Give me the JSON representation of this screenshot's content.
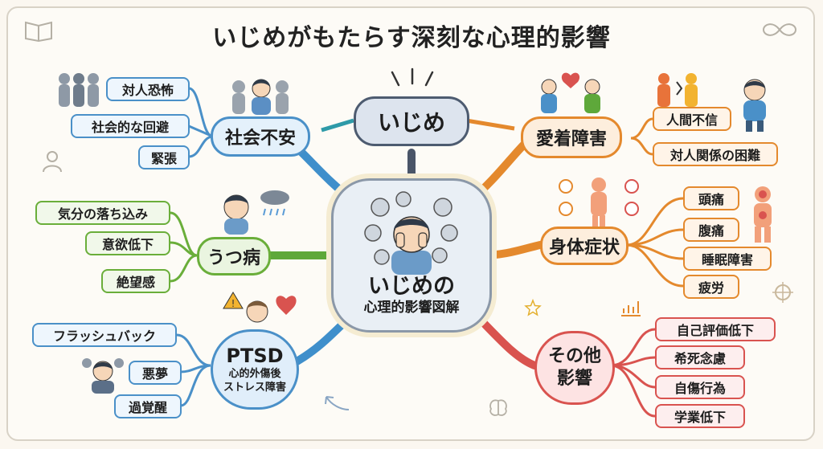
{
  "title": "いじめがもたらす深刻な心理的影響",
  "center": {
    "line1": "いじめの",
    "line2": "心理的影響図解"
  },
  "top_node": "いじめ",
  "branches": {
    "social_anxiety": {
      "label": "社会不安",
      "items": [
        "対人恐怖",
        "社会的な回避",
        "緊張"
      ]
    },
    "depression": {
      "label": "うつ病",
      "items": [
        "気分の落ち込み",
        "意欲低下",
        "絶望感"
      ]
    },
    "ptsd": {
      "label": "PTSD",
      "sub1": "心的外傷後",
      "sub2": "ストレス障害",
      "items": [
        "フラッシュバック",
        "悪夢",
        "過覚醒"
      ]
    },
    "attachment": {
      "label": "愛着障害",
      "items": [
        "人間不信",
        "対人関係の困難"
      ]
    },
    "physical": {
      "label": "身体症状",
      "items": [
        "頭痛",
        "腹痛",
        "睡眠障害",
        "疲労"
      ]
    },
    "other": {
      "label1": "その他",
      "label2": "影響",
      "items": [
        "自己評価低下",
        "希死念慮",
        "自傷行為",
        "学業低下"
      ]
    }
  },
  "colors": {
    "blue": "#4a90c8",
    "green": "#6aae3a",
    "orange": "#e4892d",
    "red": "#d9534f",
    "gray": "#5e6b7c"
  }
}
